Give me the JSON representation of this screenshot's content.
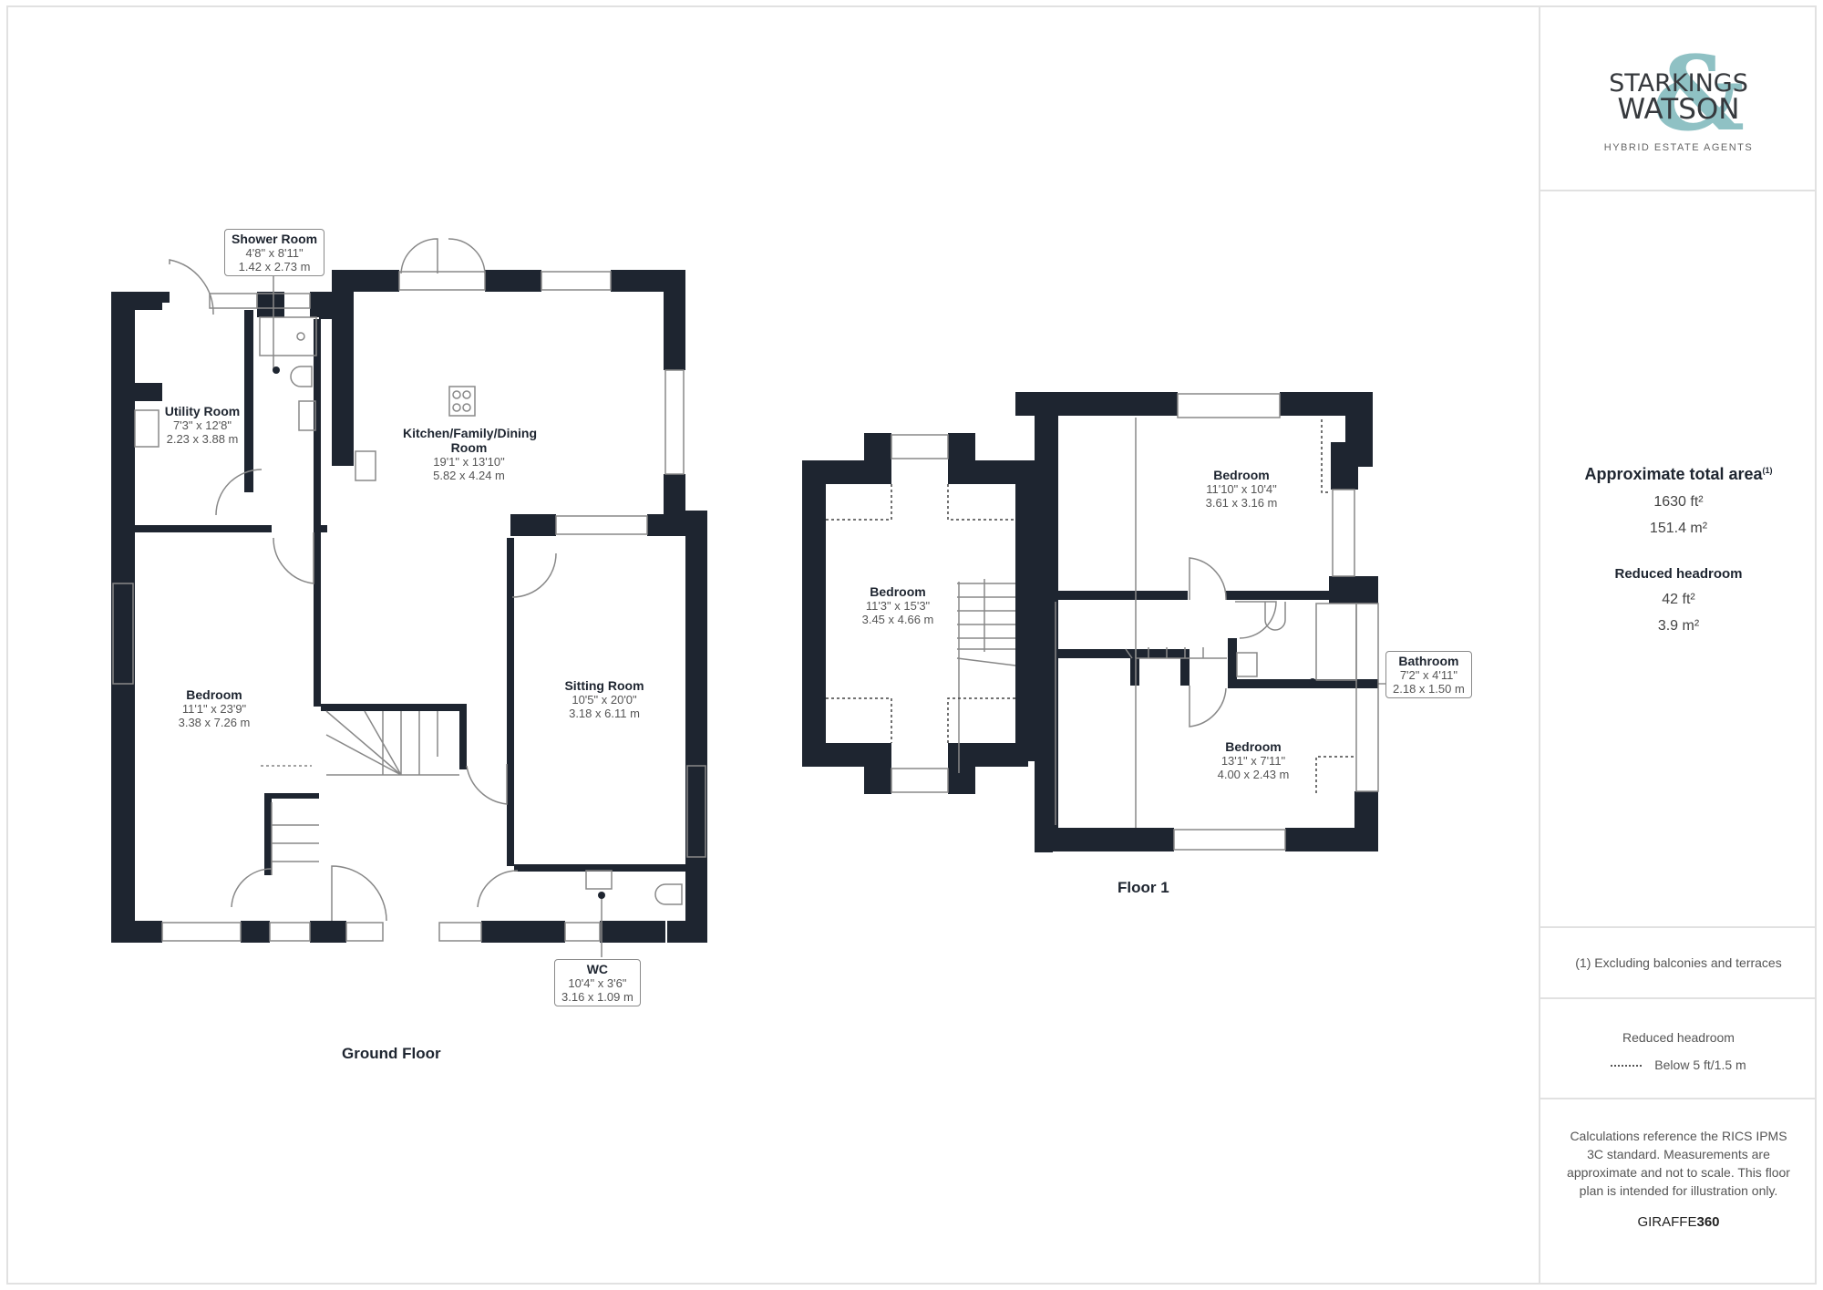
{
  "brand": {
    "line1": "STARKINGS",
    "line2": "WATSON",
    "ampersand": "&",
    "tagline": "HYBRID ESTATE AGENTS",
    "accent_color": "#8fc1c4"
  },
  "summary": {
    "total_area_title": "Approximate total area",
    "total_area_sup": "(1)",
    "total_ft": "1630 ft²",
    "total_m": "151.4 m²",
    "reduced_title": "Reduced headroom",
    "reduced_ft": "42 ft²",
    "reduced_m": "3.9 m²"
  },
  "footnote": "(1) Excluding balconies and terraces",
  "legend": {
    "title": "Reduced headroom",
    "item": "Below 5 ft/1.5 m"
  },
  "disclaimer": "Calculations reference the RICS IPMS 3C standard. Measurements are approximate and not to scale. This floor plan is intended for illustration only.",
  "credit": {
    "part1": "GIRAFFE",
    "part2": "360"
  },
  "wall_color": "#1e2530",
  "floors": {
    "ground": {
      "title": "Ground Floor",
      "rooms": [
        {
          "name": "Shower Room",
          "imperial": "4'8\" x 8'11\"",
          "metric": "1.42 x 2.73 m"
        },
        {
          "name": "Utility Room",
          "imperial": "7'3\" x 12'8\"",
          "metric": "2.23 x 3.88 m"
        },
        {
          "name": "Kitchen/Family/Dining Room",
          "imperial": "19'1\" x 13'10\"",
          "metric": "5.82 x 4.24 m"
        },
        {
          "name": "Bedroom",
          "imperial": "11'1\" x 23'9\"",
          "metric": "3.38 x 7.26 m"
        },
        {
          "name": "Sitting  Room",
          "imperial": "10'5\" x 20'0\"",
          "metric": "3.18 x 6.11 m"
        },
        {
          "name": "WC",
          "imperial": "10'4\" x 3'6\"",
          "metric": "3.16 x 1.09 m"
        }
      ]
    },
    "first": {
      "title": "Floor 1",
      "rooms": [
        {
          "name": "Bedroom",
          "imperial": "11'3\" x 15'3\"",
          "metric": "3.45 x 4.66 m"
        },
        {
          "name": "Bedroom",
          "imperial": "11'10\" x 10'4\"",
          "metric": "3.61 x 3.16 m"
        },
        {
          "name": "Bathroom",
          "imperial": "7'2\" x 4'11\"",
          "metric": "2.18 x 1.50 m"
        },
        {
          "name": "Bedroom",
          "imperial": "13'1\" x 7'11\"",
          "metric": "4.00 x 2.43 m"
        }
      ]
    }
  }
}
